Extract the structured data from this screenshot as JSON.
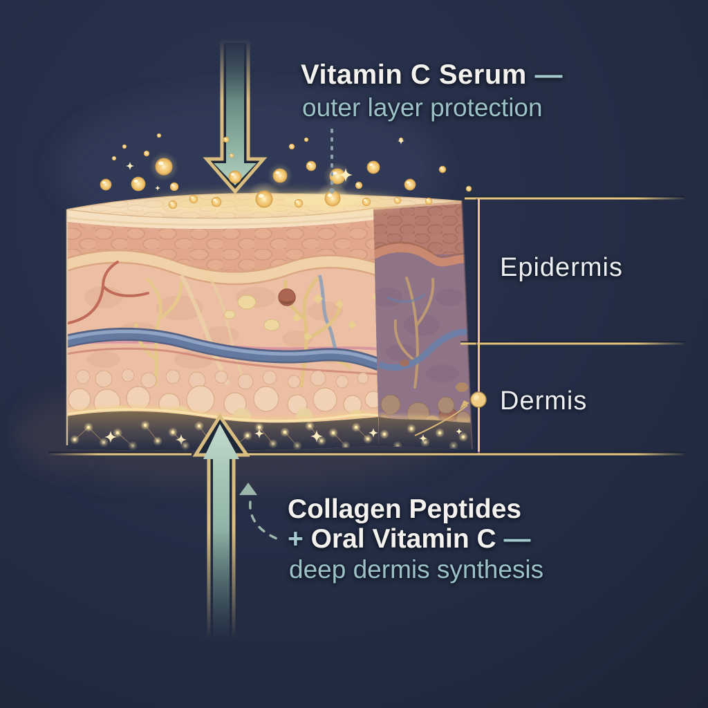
{
  "labels": {
    "top_title": "Vitamin C Serum",
    "top_title_dash": "—",
    "top_subtitle": "outer layer protection",
    "epidermis": "Epidermis",
    "dermis": "Dermis",
    "bottom_line1": "Collagen Peptides",
    "bottom_plus": "+",
    "bottom_line2": "Oral Vitamin C",
    "bottom_dash": "—",
    "bottom_line3": "deep dermis synthesis"
  },
  "colors": {
    "background_navy": "#232c43",
    "callout_gold": "#e7c77e",
    "text_white": "#f3f2ef",
    "text_teal": "#9cc2c6",
    "arrow_teal": "#9cbfae",
    "arrow_outline_gold": "#d9bd80",
    "droplet_gold": "#f2cb79",
    "skin_surface": "#f4dcba",
    "epidermis_pink": "#e2a88d",
    "dermis_peach": "#ecbfa4",
    "vein_blue": "#64799f",
    "side_face_mauve": "#8f7387",
    "sparkle_gold": "#ffdf9f"
  }
}
